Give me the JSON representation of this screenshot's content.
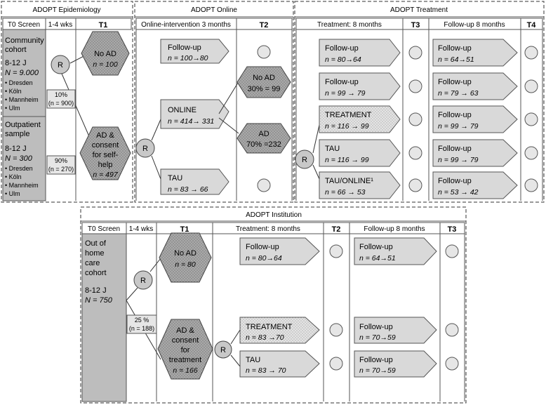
{
  "epi": {
    "title": "ADOPT Epidemiology",
    "col_t0": "T0 Screen",
    "col_wks": "1-4 wks",
    "col_t1": "T1",
    "community": [
      "Community",
      "cohort",
      "8-12 J",
      "N = 9.000",
      "• Dresden",
      "• Köln",
      "• Mannheim",
      "• Ulm"
    ],
    "outpatient": [
      "Outpatient",
      "sample",
      "8-12 J",
      "N = 300",
      "• Dresden",
      "• Köln",
      "• Mannheim",
      "• Ulm"
    ],
    "r": "R",
    "pct_a": [
      "10%",
      "(n = 900)"
    ],
    "pct_b": [
      "90%",
      "(n = 270)"
    ],
    "noad": [
      "No AD",
      "n = 100"
    ],
    "ad": [
      "AD &",
      "consent",
      "for self-",
      "help",
      "n = 497"
    ]
  },
  "online": {
    "title": "ADOPT Online",
    "col_int": "Online-intervention 3 months",
    "col_t2": "T2",
    "follow": [
      "Follow-up",
      "n = 100→80"
    ],
    "onl": [
      "ONLINE",
      "n = 414→ 331"
    ],
    "tau": [
      "TAU",
      "n = 83 → 66"
    ],
    "r": "R",
    "noad": [
      "No AD",
      "30% = 99"
    ],
    "ad": [
      "AD",
      "70% =232"
    ]
  },
  "treat": {
    "title": "ADOPT Treatment",
    "col_tr": "Treatment:  8 months",
    "col_t3": "T3",
    "col_fu": "Follow-up 8 months",
    "col_t4": "T4",
    "r": "R",
    "arms": [
      [
        "Follow-up",
        "n = 80→64"
      ],
      [
        "Follow-up",
        "n = 99 → 79"
      ],
      [
        "TREATMENT",
        "n = 116 → 99"
      ],
      [
        "TAU",
        "n =  116 → 99"
      ],
      [
        "TAU/ONLINE¹",
        "n = 66 → 53"
      ]
    ],
    "fus": [
      [
        "Follow-up",
        "n = 64→51"
      ],
      [
        "Follow-up",
        "n = 79 → 63"
      ],
      [
        "Follow-up",
        "n = 99 → 79"
      ],
      [
        "Follow-up",
        "n = 99 → 79"
      ],
      [
        "Follow-up",
        "n = 53 → 42"
      ]
    ]
  },
  "inst": {
    "title": "ADOPT Institution",
    "col_t0": "T0 Screen",
    "col_wks": "1-4 wks",
    "col_t1": "T1",
    "col_tr": "Treatment:  8 months",
    "col_t2": "T2",
    "col_fu": "Follow-up 8 months",
    "col_t3": "T3",
    "cohort": [
      "Out of",
      "home",
      "care",
      "cohort",
      "8-12 J",
      "N = 750"
    ],
    "r1": "R",
    "r2": "R",
    "pct": [
      "25 %",
      "(n = 188)"
    ],
    "noad": [
      "No AD",
      "n = 80"
    ],
    "ad": [
      "AD &",
      "consent",
      "for",
      "treatment",
      "n = 166"
    ],
    "arms": [
      [
        "Follow-up",
        "n = 80→64"
      ],
      [
        "TREATMENT",
        "n = 83 →70"
      ],
      [
        "TAU",
        "n =  83  → 70"
      ]
    ],
    "fus": [
      [
        "Follow-up",
        "n = 64→51"
      ],
      [
        "Follow-up",
        "n = 70→59"
      ],
      [
        "Follow-up",
        "n = 70→59"
      ]
    ]
  }
}
